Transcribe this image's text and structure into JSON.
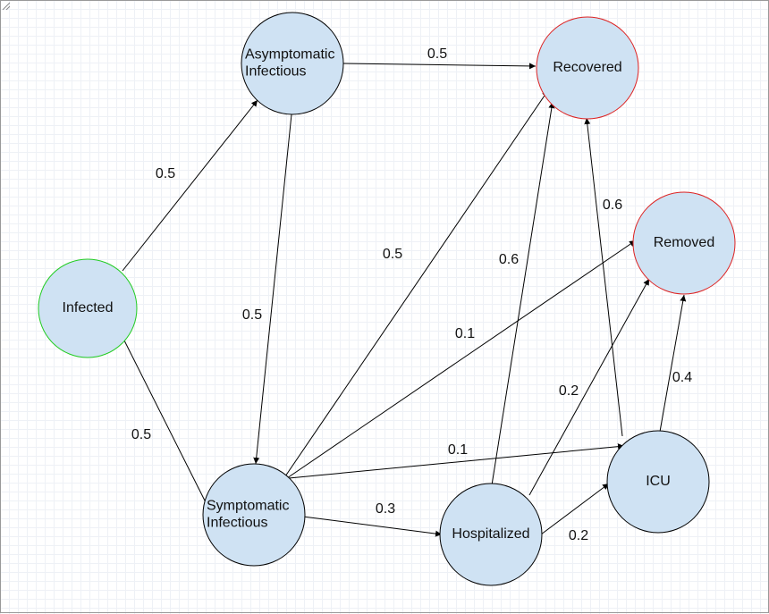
{
  "diagram": {
    "nodes": [
      {
        "id": "infected",
        "lines": [
          "Infected"
        ],
        "stroke": "#22cc22"
      },
      {
        "id": "asymptomatic",
        "lines": [
          "Asymptomatic",
          "Infectious"
        ],
        "stroke": "#000000"
      },
      {
        "id": "symptomatic",
        "lines": [
          "Symptomatic",
          "Infectious"
        ],
        "stroke": "#000000"
      },
      {
        "id": "recovered",
        "lines": [
          "Recovered"
        ],
        "stroke": "#dd2222"
      },
      {
        "id": "removed",
        "lines": [
          "Removed"
        ],
        "stroke": "#dd2222"
      },
      {
        "id": "hospitalized",
        "lines": [
          "Hospitalized"
        ],
        "stroke": "#000000"
      },
      {
        "id": "icu",
        "lines": [
          "ICU"
        ],
        "stroke": "#000000"
      }
    ],
    "edges": [
      {
        "from": "infected",
        "to": "asymptomatic",
        "label": "0.5"
      },
      {
        "from": "infected",
        "to": "symptomatic",
        "label": "0.5"
      },
      {
        "from": "asymptomatic",
        "to": "recovered",
        "label": "0.5"
      },
      {
        "from": "asymptomatic",
        "to": "symptomatic",
        "label": "0.5"
      },
      {
        "from": "symptomatic",
        "to": "recovered",
        "label": "0.5"
      },
      {
        "from": "symptomatic",
        "to": "removed",
        "label": "0.1"
      },
      {
        "from": "symptomatic",
        "to": "icu",
        "label": "0.1"
      },
      {
        "from": "symptomatic",
        "to": "hospitalized",
        "label": "0.3"
      },
      {
        "from": "hospitalized",
        "to": "recovered",
        "label": "0.6"
      },
      {
        "from": "hospitalized",
        "to": "removed",
        "label": "0.2"
      },
      {
        "from": "hospitalized",
        "to": "icu",
        "label": "0.2"
      },
      {
        "from": "icu",
        "to": "recovered",
        "label": "0.6"
      },
      {
        "from": "icu",
        "to": "removed",
        "label": "0.4"
      }
    ],
    "node_fill": "#cfe2f3",
    "edge_color": "#000000"
  }
}
